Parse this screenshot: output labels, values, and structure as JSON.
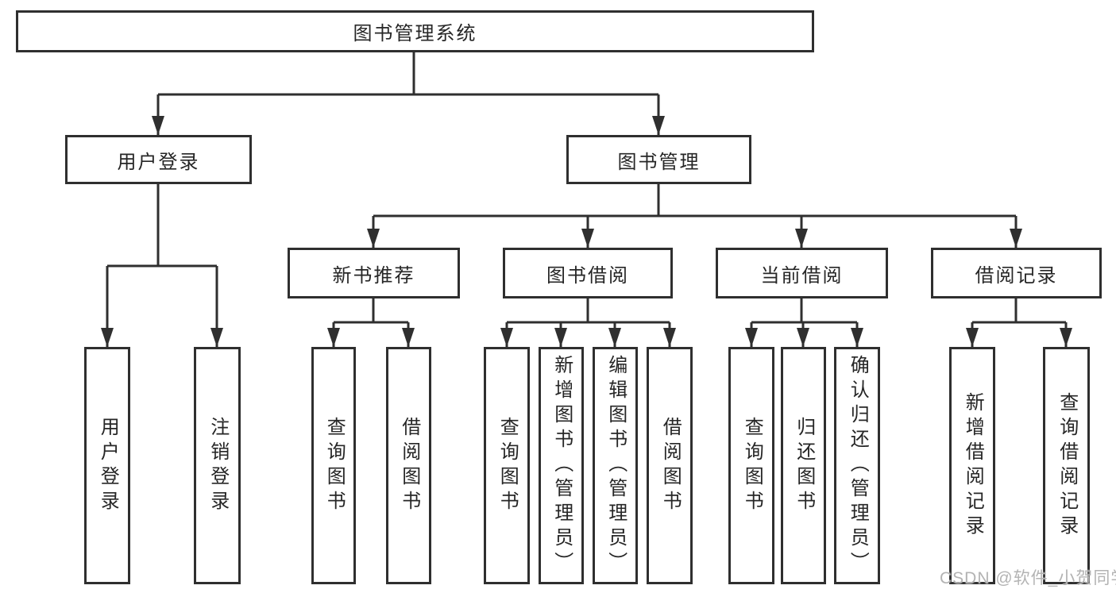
{
  "tree": {
    "label": "图书管理系统",
    "children": [
      {
        "label": "用户登录",
        "children": [
          {
            "label": "用户登录"
          },
          {
            "label": "注销登录"
          }
        ]
      },
      {
        "label": "图书管理",
        "children": [
          {
            "label": "新书推荐",
            "children": [
              {
                "label": "查询图书"
              },
              {
                "label": "借阅图书"
              }
            ]
          },
          {
            "label": "图书借阅",
            "children": [
              {
                "label": "查询图书"
              },
              {
                "label": "新增图书（管理员）"
              },
              {
                "label": "编辑图书（管理员）"
              },
              {
                "label": "借阅图书"
              }
            ]
          },
          {
            "label": "当前借阅",
            "children": [
              {
                "label": "查询图书"
              },
              {
                "label": "归还图书"
              },
              {
                "label": "确认归还（管理员）"
              }
            ]
          },
          {
            "label": "借阅记录",
            "children": [
              {
                "label": "新增借阅记录"
              },
              {
                "label": "查询借阅记录"
              }
            ]
          }
        ]
      }
    ]
  },
  "watermark": "CSDN @软件_小贺同学",
  "colors": {
    "line": "#2f2f2f",
    "box_border": "#2f2f2f",
    "text": "#262626",
    "watermark": "#b3b3b3",
    "background": "#ffffff"
  }
}
